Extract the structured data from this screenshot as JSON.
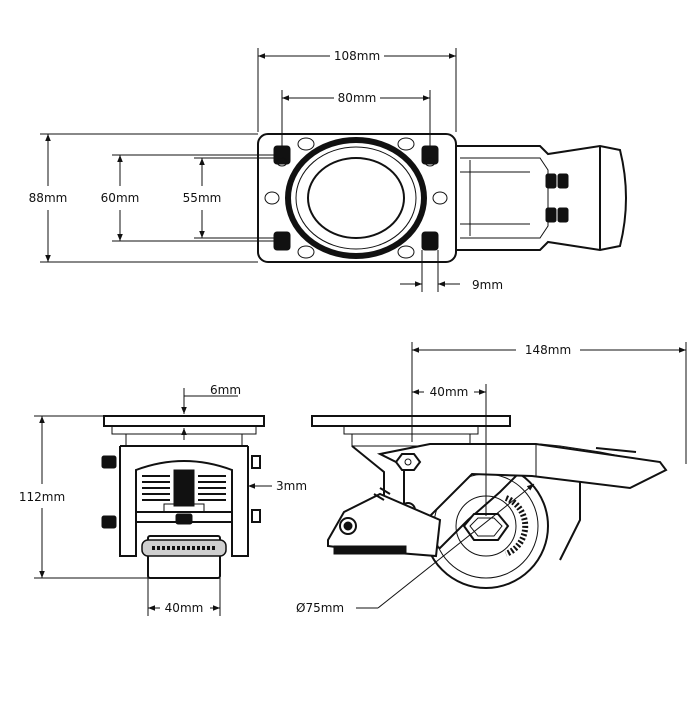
{
  "dimensions": {
    "top_width": "108mm",
    "top_hole_spacing": "80mm",
    "top_height": "88mm",
    "top_inner_60": "60mm",
    "top_inner_55": "55mm",
    "top_slot": "9mm",
    "total_length": "148mm",
    "offset": "40mm",
    "plate_thickness": "6mm",
    "total_height": "112mm",
    "bracket_gap": "3mm",
    "wheel_width": "40mm",
    "wheel_diameter": "Ø75mm"
  },
  "colors": {
    "line": "#111111",
    "background": "#ffffff"
  }
}
